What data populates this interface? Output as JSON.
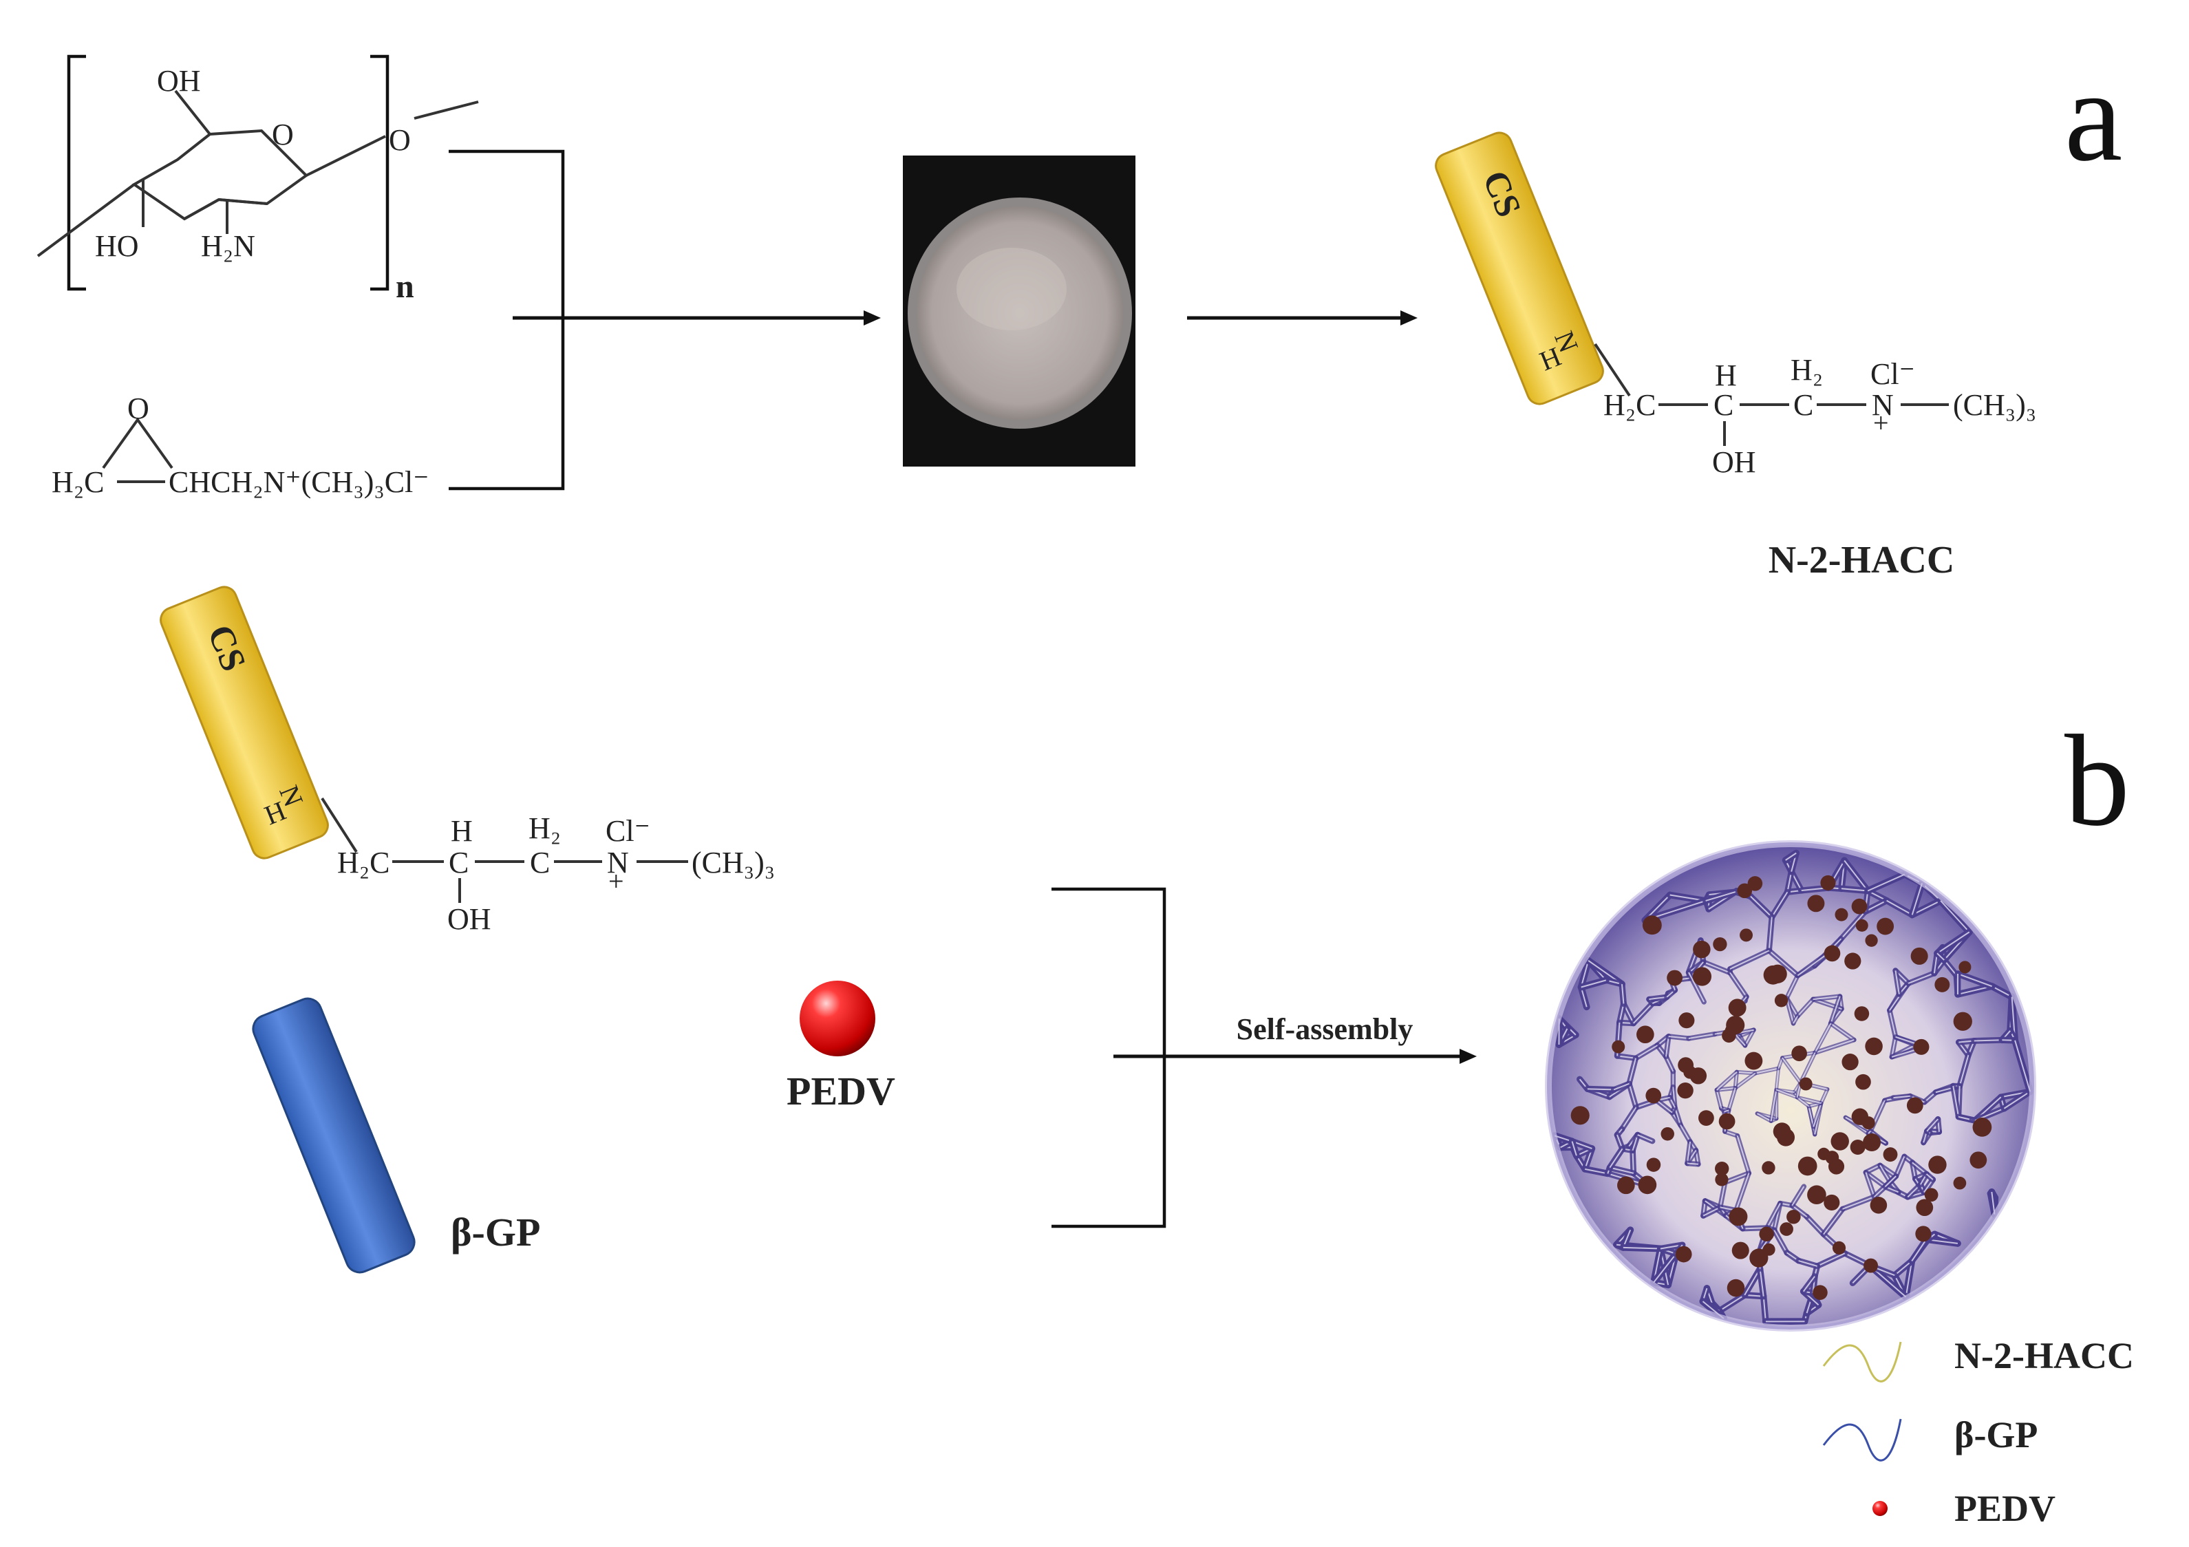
{
  "panel_a": {
    "letter": "a",
    "chitosan": {
      "oh_top": "OH",
      "ring_o": "O",
      "link_o": "O",
      "ho": "HO",
      "h2n": "H₂N",
      "repeat_n": "n"
    },
    "reagent": {
      "epoxide_o": "O",
      "left_group": "H₂C",
      "right_group": "CHCH₂N⁺(CH₃)₃Cl⁻"
    },
    "product": {
      "cs_label": "CS",
      "n": "N",
      "h": "H",
      "h2c": "H₂C",
      "h_top": "H",
      "c1": "C",
      "h2_top": "H₂",
      "c2": "C",
      "cl": "Cl⁻",
      "n_center": "N",
      "plus": "+",
      "ch3": "(CH₃)₃",
      "oh": "OH",
      "name": "N-2-HACC"
    }
  },
  "panel_b": {
    "letter": "b",
    "hacc": {
      "cs_label": "CS",
      "n": "N",
      "h": "H",
      "h2c": "H₂C",
      "h_top": "H",
      "c1": "C",
      "h2_top": "H₂",
      "c2": "C",
      "cl": "Cl⁻",
      "n_center": "N",
      "plus": "+",
      "ch3": "(CH₃)₃",
      "oh": "OH"
    },
    "bgp_label": "β-GP",
    "pedv_label": "PEDV",
    "arrow_label": "Self-assembly",
    "legend": [
      {
        "label": "N-2-HACC",
        "color": "#c7bf5a",
        "icon": "wave-line-icon"
      },
      {
        "label": "β-GP",
        "color": "#3a4fa8",
        "icon": "wave-line-icon"
      },
      {
        "label": "PEDV",
        "color": "#e01b1b",
        "icon": "red-dot-icon"
      }
    ]
  },
  "colors": {
    "cs_block": "#f3cf3e",
    "bgp_block": "#3d6ec6",
    "pedv": "#e01b1b",
    "sphere_mesh": "#4b3f8f",
    "sphere_fill": "#efe7d2",
    "powder": "#b9b0ad",
    "photo_bg": "#111111"
  }
}
